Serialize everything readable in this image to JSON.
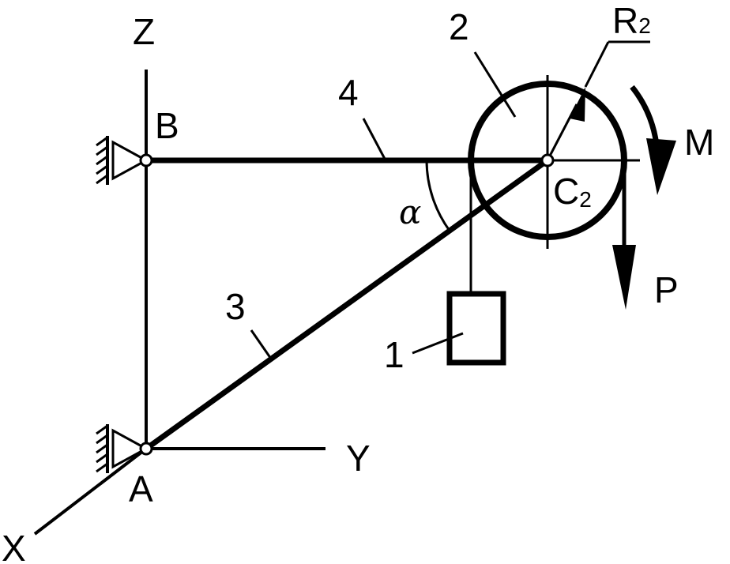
{
  "axes": {
    "z": "Z",
    "y": "Y",
    "x": "X"
  },
  "points": {
    "a": "A",
    "b": "B",
    "c2_main": "C",
    "c2_sub": "2",
    "r2_main": "R",
    "r2_sub": "2"
  },
  "members": {
    "body1": "1",
    "wheel2": "2",
    "rod3": "3",
    "rod4": "4"
  },
  "loads": {
    "moment": "M",
    "force": "P",
    "angle": "α"
  },
  "colors": {
    "stroke": "#000000",
    "background": "#ffffff"
  }
}
